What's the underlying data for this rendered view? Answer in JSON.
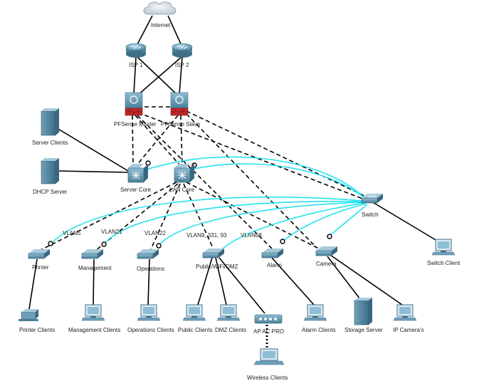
{
  "nodes": {
    "internet": {
      "label": "Internet",
      "icon": "cloud-icon"
    },
    "isp1": {
      "label": "ISP 1",
      "icon": "router-icon"
    },
    "isp2": {
      "label": "ISP 2",
      "icon": "router-icon"
    },
    "pf_master": {
      "label": "PFSense Master",
      "icon": "firewall-icon"
    },
    "pf_slave": {
      "label": "PFSense Slave",
      "icon": "firewall-icon"
    },
    "server_clients": {
      "label": "Server Clients",
      "icon": "server-icon"
    },
    "dhcp_server": {
      "label": "DHCP Server",
      "icon": "server-icon"
    },
    "server_core": {
      "label": "Server Core",
      "icon": "multilayer-switch-icon"
    },
    "lan_core": {
      "label": "LAN Core",
      "icon": "multilayer-switch-icon"
    },
    "switch": {
      "label": "Switch",
      "icon": "switch-icon"
    },
    "switch_client": {
      "label": "Switch Client",
      "icon": "pc-icon"
    },
    "printer_sw": {
      "label": "Printer",
      "icon": "switch-icon"
    },
    "management_sw": {
      "label": "Management",
      "icon": "switch-icon"
    },
    "operations_sw": {
      "label": "Operations",
      "icon": "switch-icon"
    },
    "public_sw": {
      "label": "Public/WiFi/DMZ",
      "icon": "switch-icon"
    },
    "alarm_sw": {
      "label": "Alarm",
      "icon": "switch-icon"
    },
    "camera_sw": {
      "label": "Camera",
      "icon": "switch-icon"
    },
    "printer_clients": {
      "label": "Printer Clients",
      "icon": "printer-icon"
    },
    "management_clients": {
      "label": "Management Clients",
      "icon": "pc-icon"
    },
    "operations_clients": {
      "label": "Operations Clients",
      "icon": "pc-icon"
    },
    "public_clients": {
      "label": "Public Clients",
      "icon": "pc-icon"
    },
    "dmz_clients": {
      "label": "DMZ Clients",
      "icon": "pc-icon"
    },
    "ap_ac_pro": {
      "label": "AP AC PRO",
      "icon": "access-point-icon"
    },
    "alarm_clients": {
      "label": "Alarm Clients",
      "icon": "pc-icon"
    },
    "storage_server": {
      "label": "Storage Server",
      "icon": "server-icon"
    },
    "ip_cameras": {
      "label": "IP Camera's",
      "icon": "pc-icon"
    },
    "wireless_clients": {
      "label": "Wireless Clients",
      "icon": "laptop-icon"
    }
  },
  "vlan_labels": {
    "vlan5": "VLAN5",
    "vlan21": "VLAN21",
    "vlan22": "VLAN22",
    "vlan9": "VLAN9, 331, 93",
    "vlan68": "VLAN68"
  },
  "colors": {
    "cyan_link": "#27e3ee",
    "device_blue": "#5f93ad",
    "firewall_red": "#c0282a",
    "link_black": "#000000"
  }
}
